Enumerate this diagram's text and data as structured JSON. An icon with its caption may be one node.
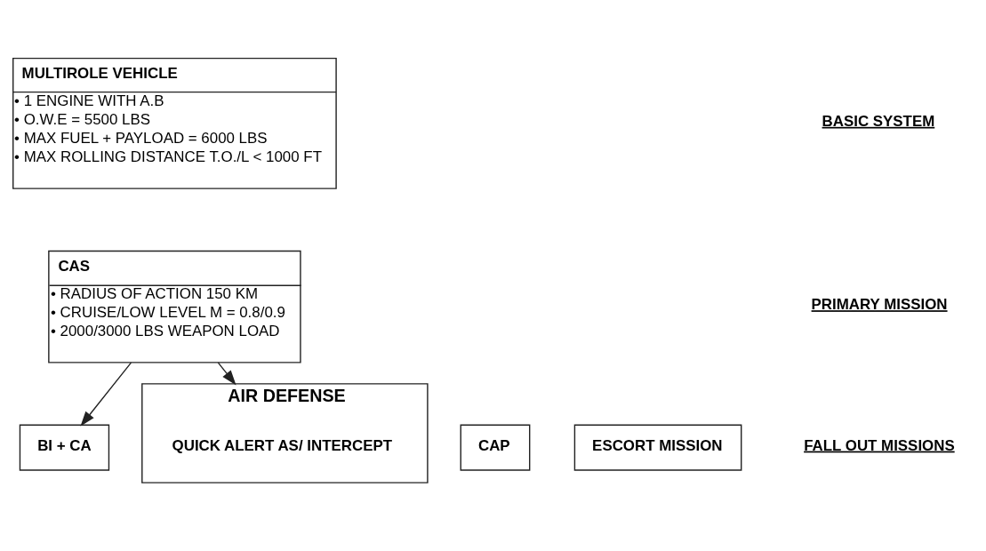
{
  "diagram": {
    "nodes": [
      {
        "text": [
          "MULTIROLE VEHICLE",
          "• 1 ENGINE WITH A.B",
          "• O.W.E = 5500 LBS",
          "• MAX FUEL + PAYLOAD = 6000 LBS",
          "• MAX ROLLING DISTANCE T.O./L < 1000 FT"
        ]
      },
      {
        "text": [
          "CAS",
          "• RADIUS OF ACTION 150 KM",
          "• CRUISE/LOW LEVEL M = 0.8/0.9",
          "• 2000/3000 LBS WEAPON LOAD"
        ]
      },
      {
        "text": [
          "BI + CA"
        ]
      },
      {
        "text": [
          "CAP"
        ]
      },
      {
        "text": [
          "AIR DEFENSE"
        ]
      },
      {
        "text": [
          "QUICK ALERT AS/ INTERCEPT"
        ],
        "in": 4
      },
      {
        "text": [
          "ESCORT MISSION"
        ]
      }
    ],
    "edges": [
      {
        "from": 1,
        "to": 2,
        "arrow": "to"
      },
      {
        "from": 1,
        "to": 4,
        "arrow": "to"
      }
    ],
    "labels": [
      "BASIC SYSTEM",
      "PRIMARY MISSION",
      "FALL OUT MISSIONS"
    ]
  }
}
